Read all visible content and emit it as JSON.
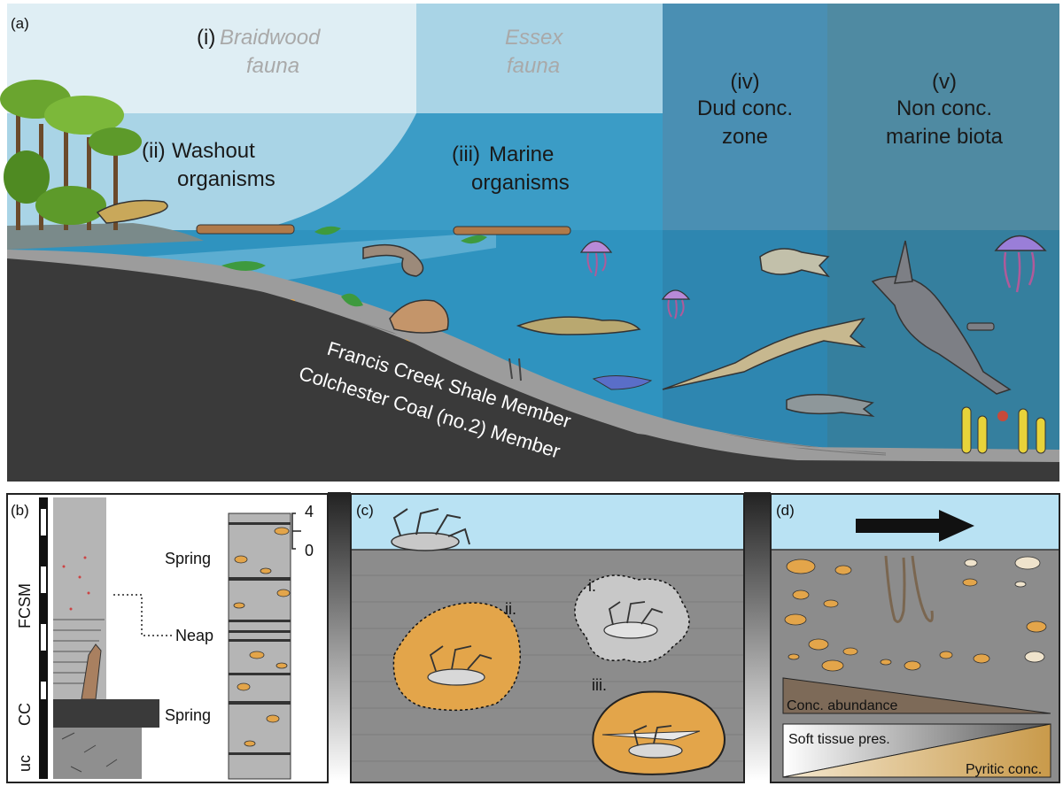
{
  "panel_a": {
    "label": "(a)",
    "zone_i_num": "(i)",
    "zone_i_l1": "Braidwood",
    "zone_i_l2": "fauna",
    "zone_essex_l1": "Essex",
    "zone_essex_l2": "fauna",
    "zone_ii_num": "(ii)",
    "zone_ii_l1": "Washout",
    "zone_ii_l2": "organisms",
    "zone_iii_num": "(iii)",
    "zone_iii_l1": "Marine",
    "zone_iii_l2": "organisms",
    "zone_iv_l1": "(iv)",
    "zone_iv_l2": "Dud conc.",
    "zone_iv_l3": "zone",
    "zone_v_l1": "(v)",
    "zone_v_l2": "Non conc.",
    "zone_v_l3": "marine biota",
    "shale_label": "Francis Creek Shale Member",
    "coal_label": "Colchester Coal (no.2) Member"
  },
  "panel_b": {
    "label": "(b)",
    "unit_fcsm": "FCSM",
    "unit_cc": "CC",
    "unit_uc": "uc",
    "spring_upper": "Spring",
    "neap": "Neap",
    "spring_lower": "Spring",
    "scale_top": "4",
    "scale_bottom": "0"
  },
  "panel_c": {
    "label": "(c)",
    "stage_1": "i.",
    "stage_2": "ii.",
    "stage_3": "iii."
  },
  "panel_d": {
    "label": "(d)",
    "conc_abundance": "Conc. abundance",
    "soft_tissue": "Soft tissue pres.",
    "pyritic_conc": "Pyritic conc."
  },
  "colors": {
    "sky_pale": "#dfeef4",
    "water_light": "#a9d4e6",
    "water_mid": "#3b9cc6",
    "water_deep": "#2e8fba",
    "water_dark": "#4a8fa8",
    "coal": "#3a3a3a",
    "shale": "#9a9a9a",
    "concretion": "#e3a54a"
  }
}
